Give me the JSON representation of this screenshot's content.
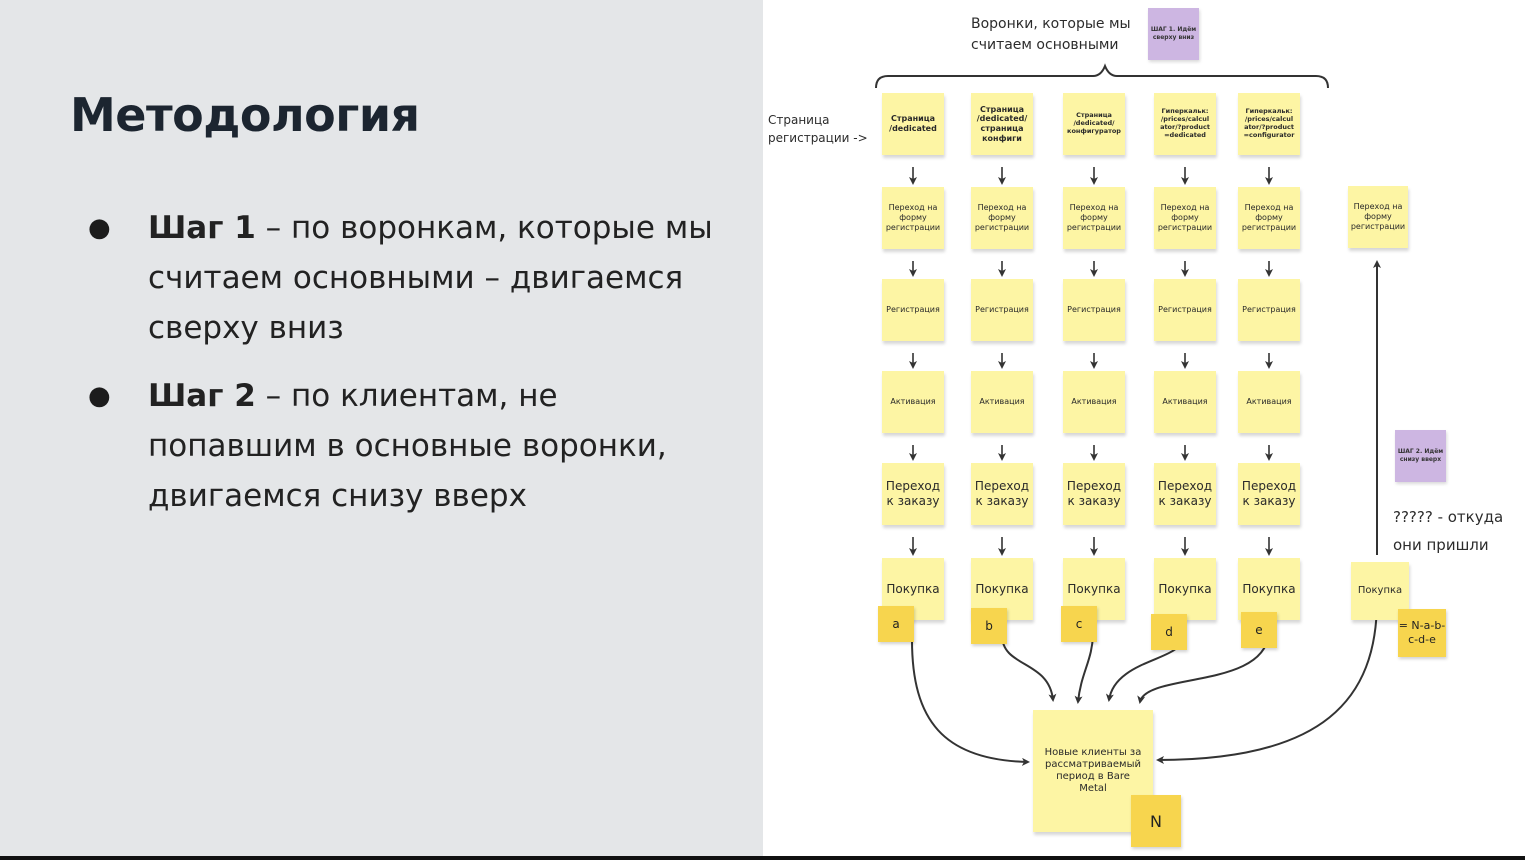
{
  "slide": {
    "title": "Методология",
    "bullets": [
      {
        "bold": "Шаг 1",
        "text": " – по воронкам, которые мы считаем основными – двигаемся сверху вниз"
      },
      {
        "bold": "Шаг 2",
        "text": " – по клиентам, не попавшим в основные воронки, двигаемся снизу вверх"
      }
    ]
  },
  "diagram": {
    "funnels_label": "Воронки, которые мы считаем основными",
    "step1_note": "ШАГ 1. Идём сверху вниз",
    "page_label": "Страница регистрации ->",
    "columns": [
      {
        "page": "Страница /dedicated",
        "tag": "a"
      },
      {
        "page": "Страница /dedicated/ страница конфиги",
        "tag": "b"
      },
      {
        "page": "Страница /dedicated/ конфигуратор",
        "tag": "c"
      },
      {
        "page": "Гиперкальк: /prices/calcul ator/?product =dedicated",
        "tag": "d"
      },
      {
        "page": "Гиперкальк: /prices/calcul ator/?product =configurator",
        "tag": "e"
      }
    ],
    "steps": {
      "form": "Переход на форму регистрации",
      "registration": "Регистрация",
      "activation": "Активация",
      "order": "Переход к заказу",
      "purchase": "Покупка"
    },
    "right_column": {
      "form": "Переход на форму регистрации",
      "purchase": "Покупка",
      "tag": "= N-a-b-c-d-e",
      "step2_note": "ШАГ 2. Идём снизу вверх",
      "question": "????? - откуда они пришли"
    },
    "result": {
      "text": "Новые клиенты за рассматриваемый период в Bare Metal",
      "tag": "N"
    }
  },
  "colors": {
    "sticky_light": "#fdf5a4",
    "sticky_tag": "#f7d54e",
    "purple_note": "#cdb6e2",
    "left_bg": "#e4e6e8",
    "title": "#1c2530"
  }
}
